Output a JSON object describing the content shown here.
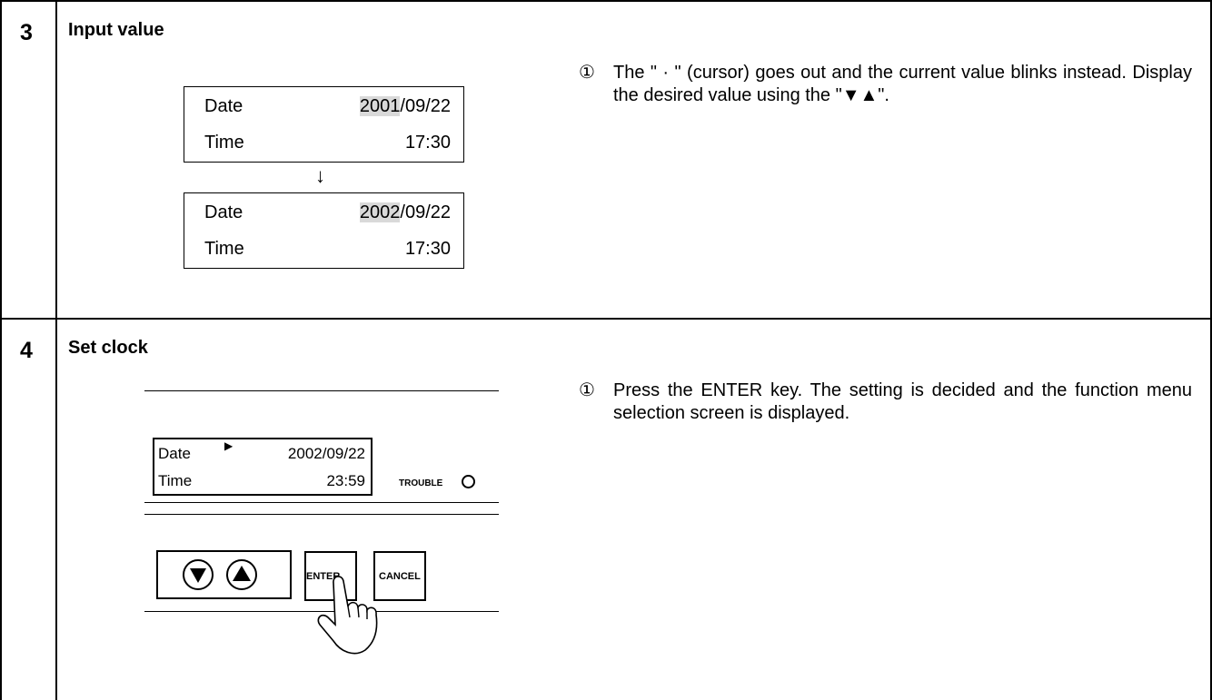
{
  "step3": {
    "number": "3",
    "title": "Input value",
    "before": {
      "date_label": "Date",
      "date_year": "2001",
      "date_rest": "/09/22",
      "time_label": "Time",
      "time_value": "17:30"
    },
    "arrow": "↓",
    "after": {
      "date_label": "Date",
      "date_year": "2002",
      "date_rest": "/09/22",
      "time_label": "Time",
      "time_value": "17:30"
    },
    "desc_marker": "①",
    "desc_text": "The \" · \" (cursor) goes out and the current value blinks instead.  Display the desired value using the \"▼▲\"."
  },
  "step4": {
    "number": "4",
    "title": "Set clock",
    "panel": {
      "date_label": "Date",
      "cursor": "▶",
      "date_value": "2002/09/22",
      "time_label": "Time",
      "time_value": "23:59",
      "trouble_label": "TROUBLE",
      "enter_label": "ENTER",
      "cancel_label": "CANCEL"
    },
    "desc_marker": "①",
    "desc_text": "Press the ENTER key.  The setting is decided and the function menu selection screen is displayed."
  }
}
